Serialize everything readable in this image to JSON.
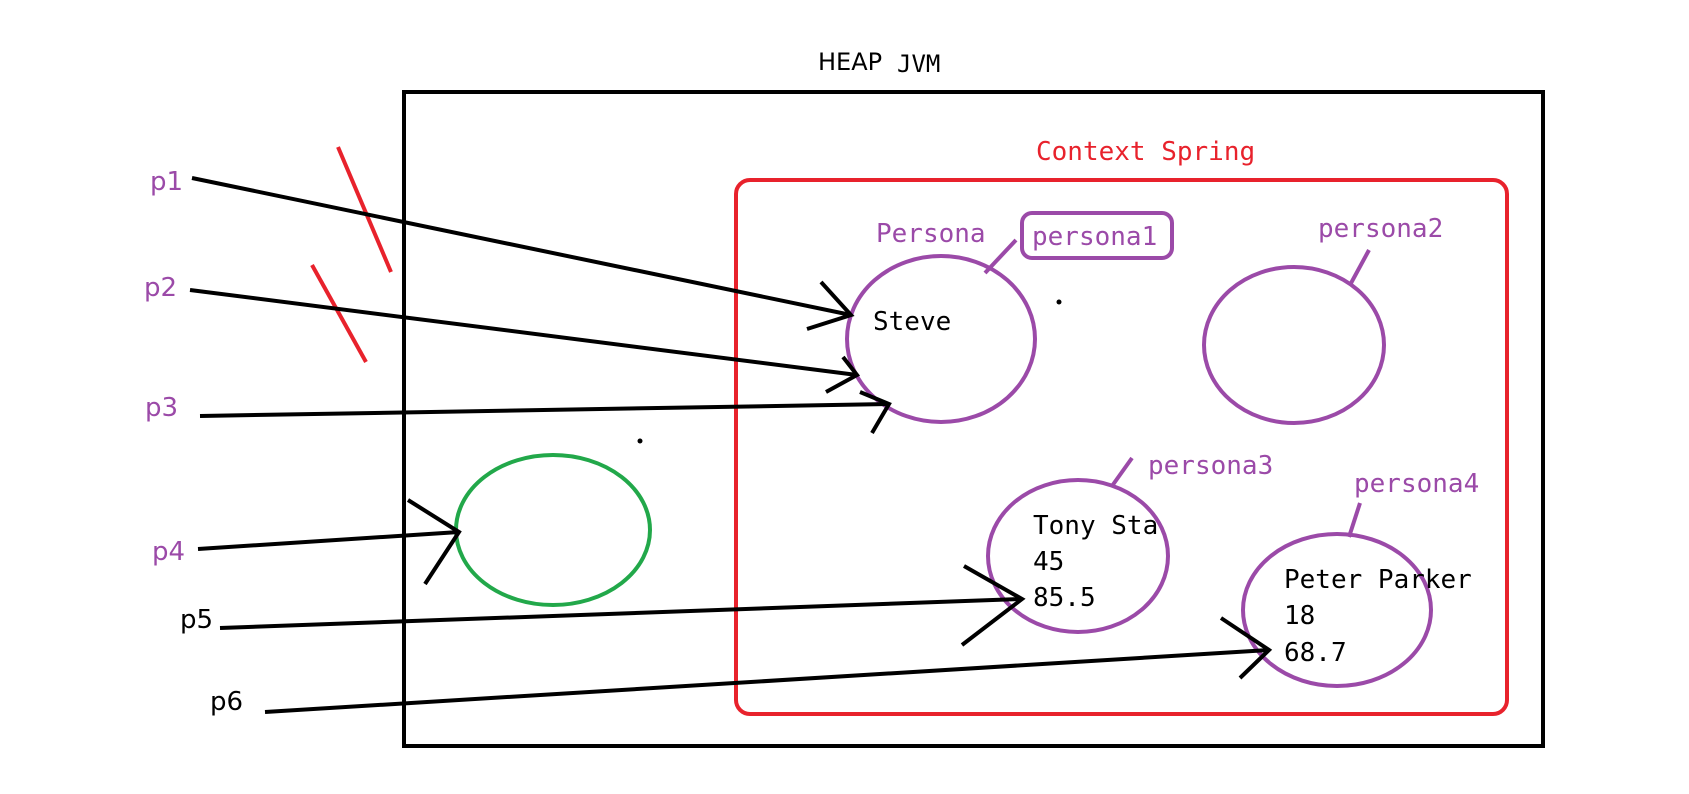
{
  "heap": {
    "label": "HEAP",
    "label_jvm": "JVM"
  },
  "context": {
    "label": "Context Spring"
  },
  "beans": {
    "persona1": {
      "type_label": "Persona",
      "name_label": "persona1",
      "fields": [
        "Steve"
      ]
    },
    "persona2": {
      "name_label": "persona2",
      "fields": []
    },
    "persona3": {
      "name_label": "persona3",
      "fields": [
        "Tony Stark",
        "45",
        "85.5"
      ]
    },
    "persona4": {
      "name_label": "persona4",
      "fields": [
        "Peter Parker",
        "18",
        "68.7"
      ]
    }
  },
  "references": {
    "p1": "p1",
    "p2": "p2",
    "p3": "p3",
    "p4": "p4",
    "p5": "p5",
    "p6": "p6"
  },
  "colors": {
    "heap_border": "#000000",
    "context_border": "#e8222c",
    "bean_outline": "#9b4aa8",
    "outside_object": "#22a84a",
    "reference_label": "#9b4aa8",
    "strike_mark": "#e8222c",
    "arrow": "#000000"
  }
}
